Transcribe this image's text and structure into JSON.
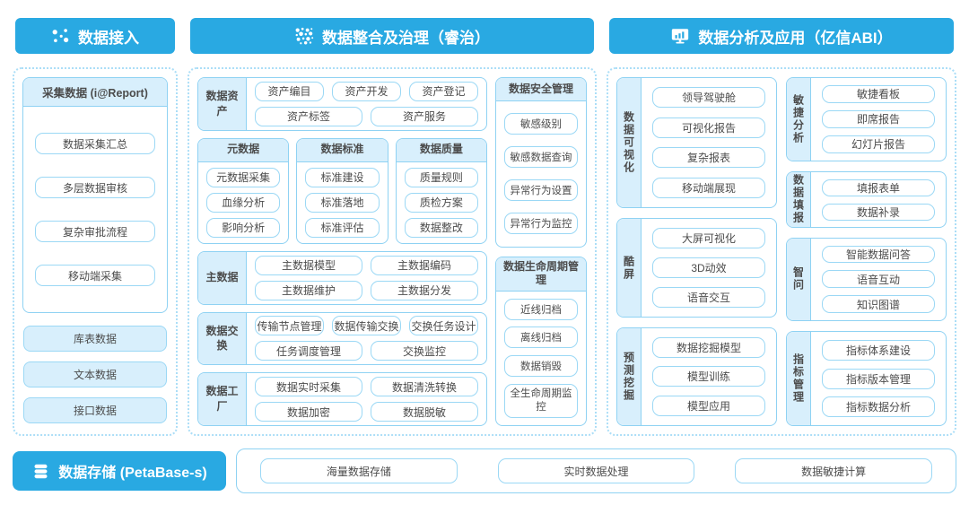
{
  "colors": {
    "accent": "#29A9E2",
    "light_fill": "#D8EFFC",
    "border": "#8FD2F3",
    "text": "#4C4C4C"
  },
  "headers": {
    "access": {
      "label": "数据接入"
    },
    "governance": {
      "label": "数据整合及治理（睿治）"
    },
    "analysis": {
      "label": "数据分析及应用（亿信ABI）"
    }
  },
  "access": {
    "report_group": {
      "title": "采集数据 (i@Report)",
      "items": [
        "数据采集汇总",
        "多层数据审核",
        "复杂审批流程",
        "移动端采集"
      ]
    },
    "source_items": [
      "库表数据",
      "文本数据",
      "接口数据"
    ]
  },
  "governance": {
    "asset": {
      "label": "数据资产",
      "row1": [
        "资产编目",
        "资产开发",
        "资产登记"
      ],
      "row2": [
        "资产标签",
        "资产服务"
      ]
    },
    "meta": {
      "label": "元数据",
      "items": [
        "元数据采集",
        "血缘分析",
        "影响分析"
      ]
    },
    "standard": {
      "label": "数据标准",
      "items": [
        "标准建设",
        "标准落地",
        "标准评估"
      ]
    },
    "quality": {
      "label": "数据质量",
      "items": [
        "质量规则",
        "质检方案",
        "数据整改"
      ]
    },
    "master": {
      "label": "主数据",
      "row1": [
        "主数据模型",
        "主数据编码"
      ],
      "row2": [
        "主数据维护",
        "主数据分发"
      ]
    },
    "exchange": {
      "label": "数据交换",
      "row1": [
        "传输节点管理",
        "数据传输交换",
        "交换任务设计"
      ],
      "row2": [
        "任务调度管理",
        "交换监控"
      ]
    },
    "factory": {
      "label": "数据工厂",
      "row1": [
        "数据实时采集",
        "数据清洗转换"
      ],
      "row2": [
        "数据加密",
        "数据脱敏"
      ]
    },
    "security": {
      "label": "数据安全管理",
      "items": [
        "敏感级别",
        "敏感数据查询",
        "异常行为设置",
        "异常行为监控"
      ]
    },
    "lifecycle": {
      "label": "数据生命周期管理",
      "items": [
        "近线归档",
        "离线归档",
        "数据销毁",
        "全生命周期监控"
      ]
    }
  },
  "analysis": {
    "visualization": {
      "label": "数据可视化",
      "items": [
        "领导驾驶舱",
        "可视化报告",
        "复杂报表",
        "移动端展现"
      ]
    },
    "coolscreen": {
      "label": "酷屏",
      "items": [
        "大屏可视化",
        "3D动效",
        "语音交互"
      ]
    },
    "mining": {
      "label": "预测挖掘",
      "items": [
        "数据挖掘模型",
        "模型训练",
        "模型应用"
      ]
    },
    "agile": {
      "label": "敏捷分析",
      "items": [
        "敏捷看板",
        "即席报告",
        "幻灯片报告"
      ]
    },
    "filling": {
      "label": "数据填报",
      "items": [
        "填报表单",
        "数据补录"
      ]
    },
    "zhiwen": {
      "label": "智问",
      "items": [
        "智能数据问答",
        "语音互动",
        "知识图谱"
      ]
    },
    "indicator": {
      "label": "指标管理",
      "items": [
        "指标体系建设",
        "指标版本管理",
        "指标数据分析"
      ]
    }
  },
  "storage": {
    "title": "数据存储 (PetaBase-s)",
    "items": [
      "海量数据存储",
      "实时数据处理",
      "数据敏捷计算"
    ]
  }
}
